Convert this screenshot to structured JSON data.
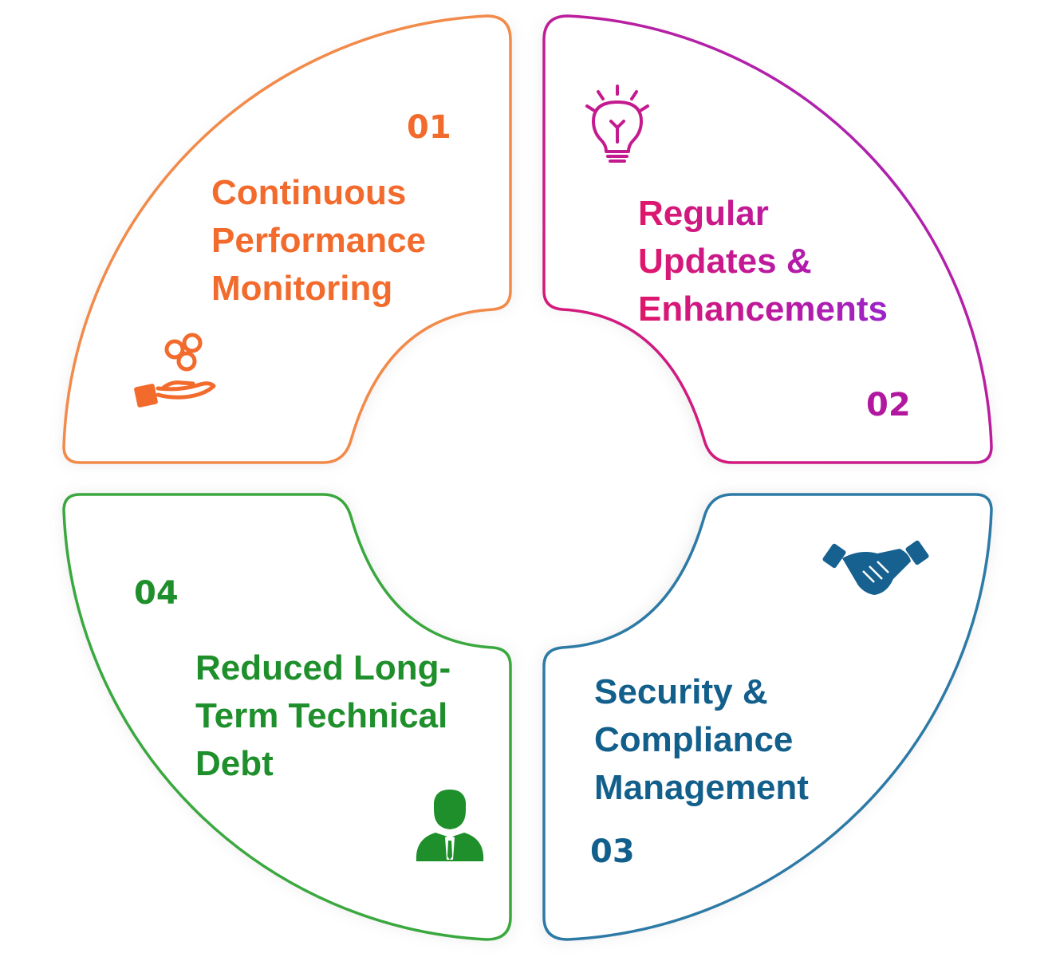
{
  "diagram": {
    "segments": [
      {
        "id": "01",
        "number": "01",
        "lines": [
          "Continuous",
          "Performance",
          "Monitoring"
        ],
        "color": "#f26b2d",
        "icon": "hand-coins-icon"
      },
      {
        "id": "02",
        "number": "02",
        "lines": [
          "Regular",
          "Updates &",
          "Enhancements"
        ],
        "color": "#c41a8f",
        "gradient": [
          "#e0176a",
          "#9b25c8"
        ],
        "icon": "lightbulb-icon"
      },
      {
        "id": "03",
        "number": "03",
        "lines": [
          "Security &",
          "Compliance",
          "Management"
        ],
        "color": "#135f8c",
        "icon": "handshake-icon"
      },
      {
        "id": "04",
        "number": "04",
        "lines": [
          "Reduced Long-",
          "Term Technical",
          "Debt"
        ],
        "color": "#1f8f2c",
        "icon": "businessman-icon"
      }
    ]
  }
}
